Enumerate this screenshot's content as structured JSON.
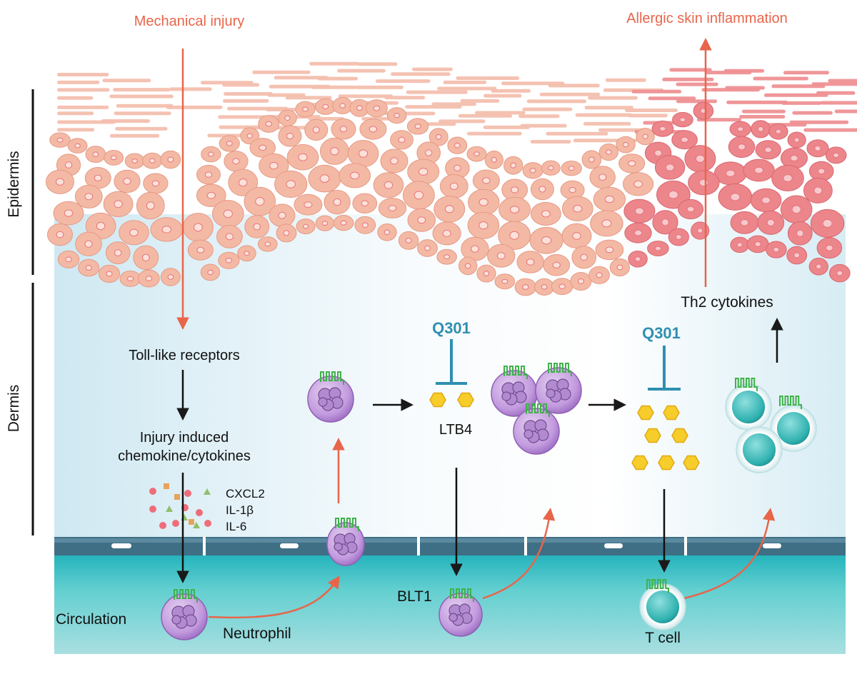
{
  "labels": {
    "mechanical_injury": "Mechanical injury",
    "allergic_inflammation": "Allergic skin inflammation",
    "epidermis": "Epidermis",
    "dermis": "Dermis",
    "toll_like": "Toll-like receptors",
    "injury_induced_1": "Injury induced",
    "injury_induced_2": "chemokine/cytokines",
    "cxcl2": "CXCL2",
    "il1b": "IL-1β",
    "il6": "IL-6",
    "circulation": "Circulation",
    "neutrophil": "Neutrophil",
    "q301_left": "Q301",
    "q301_right": "Q301",
    "ltb4": "LTB4",
    "blt1": "BLT1",
    "th2": "Th2 cytokines",
    "tcell": "T cell"
  },
  "colors": {
    "accent_orange": "#e8654a",
    "inhibitor_blue": "#2f8fb0",
    "receptor_green": "#3fb24a",
    "neutrophil_purple": "#b98ad6",
    "tcell_teal": "#3bbab8",
    "ltb4_yellow": "#f4c51f",
    "skin_cell": "#f2b7a3",
    "inflamed_cell": "#ea7f86",
    "dermis_blue": "#d8eef5",
    "circulation_teal": "#4cc3c3",
    "vessel_wall": "#3f6f85"
  },
  "icons": [
    "neutrophil-cell-icon",
    "t-cell-icon",
    "ltb4-molecule-icon",
    "blt1-receptor-icon",
    "chemokine-particle-icon"
  ]
}
